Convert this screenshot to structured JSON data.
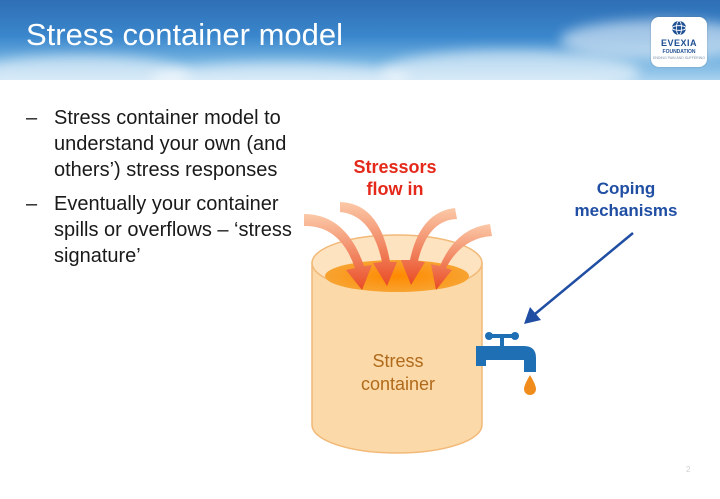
{
  "slide": {
    "title": "Stress container model",
    "bullets": [
      "Stress container model to understand your own (and others’) stress responses",
      "Eventually your container spills or overflows – ‘stress signature’"
    ],
    "bullet_marker": "–",
    "page_number": "2"
  },
  "logo": {
    "name": "EVEXIA",
    "sub": "FOUNDATION",
    "tagline": "ENDING PAIN AND SUFFERING"
  },
  "diagram": {
    "stressors_label": [
      "Stressors",
      "flow in"
    ],
    "coping_label": [
      "Coping",
      "mechanisms"
    ],
    "container_label": [
      "Stress",
      "container"
    ]
  },
  "colors": {
    "stressors_text": "#e4291a",
    "coping_text": "#1f4ea3",
    "container_fill": "#fbd9a8",
    "liquid": "#f7a01d",
    "tap": "#1f6fb5",
    "drop": "#ef8c1c"
  }
}
